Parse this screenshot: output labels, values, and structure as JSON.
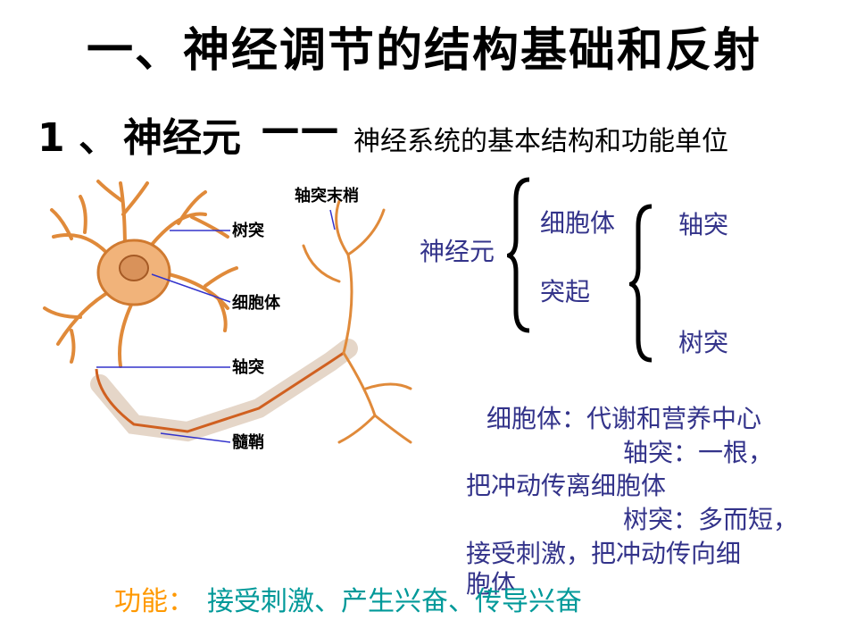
{
  "title": "一、神经调节的结构基础和反射",
  "subtitle": {
    "number": "1",
    "separator": "、",
    "term": "神经元",
    "dash": "——",
    "description": "神经系统的基本结构和功能单位"
  },
  "diagram": {
    "labels": {
      "axon_terminal": "轴突末梢",
      "dendrite": "树突",
      "cell_body": "细胞体",
      "axon": "轴突",
      "myelin_sheath": "髓鞘"
    }
  },
  "classification": {
    "root": "神经元",
    "level1": [
      "细胞体",
      "突起"
    ],
    "level2": [
      "轴突",
      "树突"
    ]
  },
  "notes": {
    "cell_body": "细胞体：代谢和营养中心",
    "axon": "轴突：一根，",
    "axon_cont": "把冲动传离细胞体",
    "dendrite": "树突：多而短，",
    "dendrite_cont": "接受刺激，把冲动传向细",
    "dendrite_cont2": "胞体"
  },
  "function": {
    "label": "功能：",
    "text": "接受刺激、产生兴奋、传导兴奋"
  },
  "colors": {
    "title": "#000000",
    "classification_text": "#33338a",
    "diagram_label": "#cc1111",
    "function_label": "#ff9900",
    "function_text": "#009999",
    "neuron": "#e08a3a"
  }
}
